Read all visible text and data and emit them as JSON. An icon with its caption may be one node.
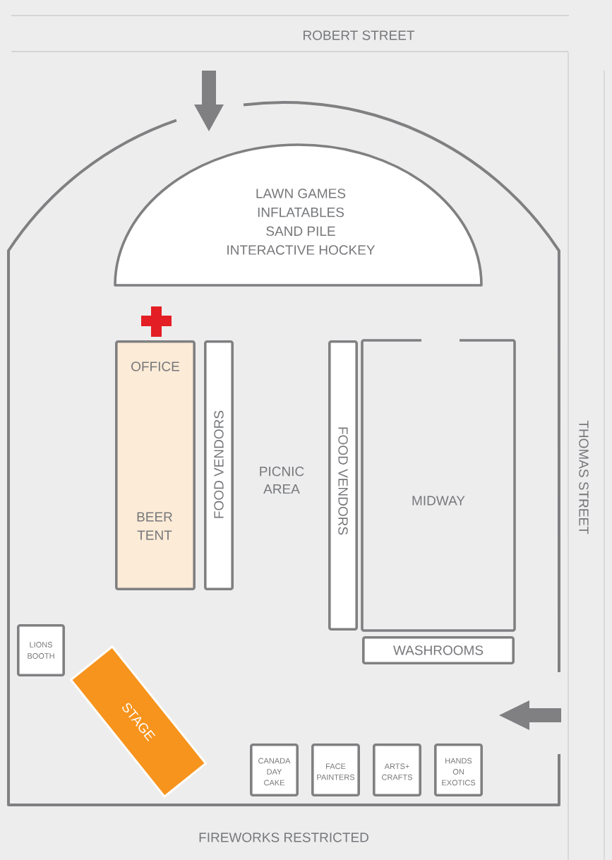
{
  "diagram": {
    "nodes": [
      {
        "text": [
          "LAWN GAMES",
          "INFLATABLES",
          "SAND PILE",
          "INTERACTIVE HOCKEY"
        ]
      },
      {
        "text": [
          "OFFICE",
          "BEER TENT"
        ]
      },
      {
        "text": [
          "FOOD VENDORS"
        ]
      },
      {
        "text": [
          "FOOD VENDORS"
        ]
      },
      {
        "text": [
          "MIDWAY"
        ]
      },
      {
        "text": [
          "LIONS BOOTH"
        ]
      },
      {
        "text": [
          "WASHROOMS"
        ]
      },
      {
        "text": [
          "STAGE"
        ]
      },
      {
        "text": [
          "CANADA DAY CAKE"
        ]
      },
      {
        "text": [
          "FACE PAINTERS"
        ]
      },
      {
        "text": [
          "ARTS+ CRAFTS"
        ]
      },
      {
        "text": [
          "HANDS ON EXOTICS"
        ]
      }
    ],
    "labels": [
      "ROBERT STREET",
      "PICNIC AREA",
      "THOMAS STREET",
      "FIREWORKS RESTRICTED"
    ]
  }
}
